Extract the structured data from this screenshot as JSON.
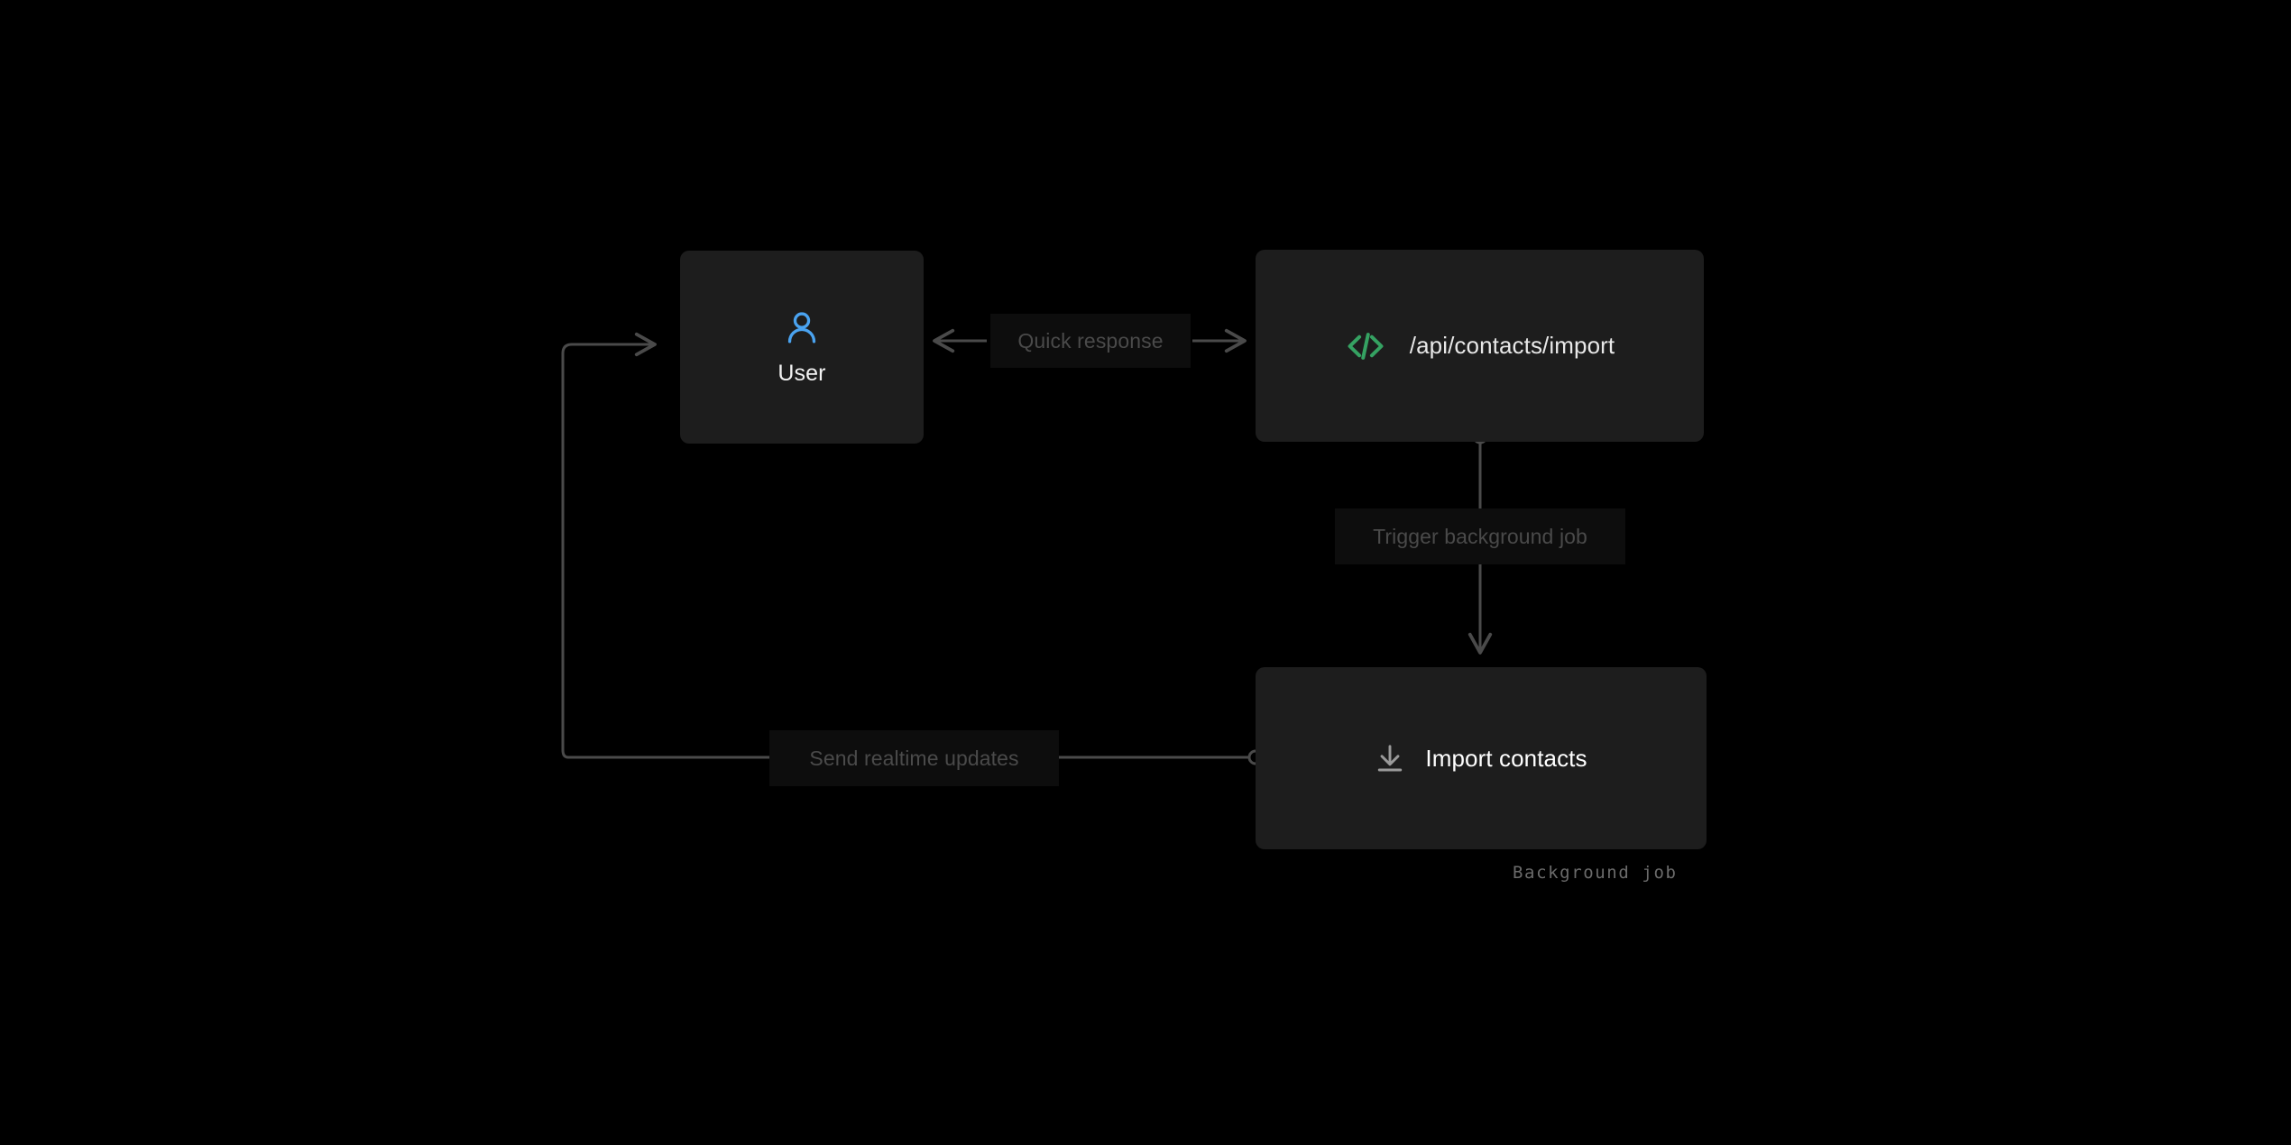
{
  "diagram": {
    "type": "flow-diagram",
    "background_color": "#000000",
    "node_color": "#1d1d1d",
    "edge_color": "#4a4a4a",
    "nodes": [
      {
        "id": "user",
        "label": "User",
        "icon": "user-icon",
        "icon_color": "#4aa3f0",
        "caption": ""
      },
      {
        "id": "api",
        "label": "/api/contacts/import",
        "icon": "code-icon",
        "icon_color": "#35a262",
        "caption": ""
      },
      {
        "id": "job",
        "label": "Import contacts",
        "icon": "download-icon",
        "icon_color": "#9a9a9a",
        "caption": "Background job"
      }
    ],
    "edges": [
      {
        "id": "user-api",
        "label": "Quick response",
        "from": "user",
        "to": "api",
        "direction": "bidirectional"
      },
      {
        "id": "api-job",
        "label": "Trigger background job",
        "from": "api",
        "to": "job",
        "direction": "down"
      },
      {
        "id": "job-user",
        "label": "Send realtime updates",
        "from": "job",
        "to": "user",
        "direction": "left-then-up"
      }
    ]
  }
}
